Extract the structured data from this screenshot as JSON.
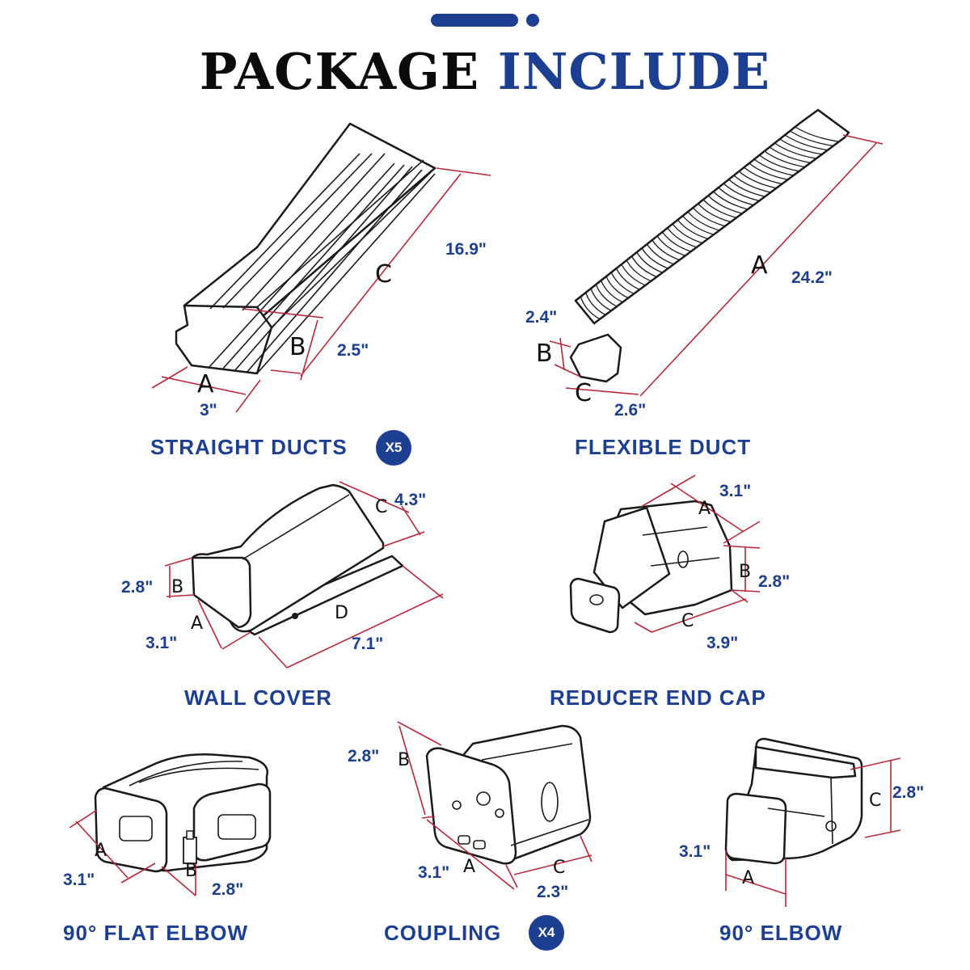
{
  "title": {
    "part1": "PACKAGE",
    "part2": "INCLUDE"
  },
  "items": {
    "straight_ducts": {
      "label": "STRAIGHT DUCTS",
      "badge": "X5",
      "letters": [
        "A",
        "B",
        "C"
      ],
      "dims": {
        "a": "3\"",
        "b": "2.5\"",
        "c": "16.9\""
      }
    },
    "flexible_duct": {
      "label": "FLEXIBLE DUCT",
      "letters": [
        "A",
        "B",
        "C"
      ],
      "dims": {
        "a": "24.2\"",
        "b": "2.4\"",
        "c": "2.6\""
      }
    },
    "wall_cover": {
      "label": "WALL COVER",
      "letters": [
        "A",
        "B",
        "C",
        "D"
      ],
      "dims": {
        "a": "3.1\"",
        "b": "2.8\"",
        "c": "4.3\"",
        "d": "7.1\""
      }
    },
    "reducer_end_cap": {
      "label": "REDUCER END CAP",
      "letters": [
        "A",
        "B",
        "C"
      ],
      "dims": {
        "a": "3.1\"",
        "b": "2.8\"",
        "c": "3.9\""
      }
    },
    "flat_elbow": {
      "label": "90° FLAT ELBOW",
      "letters": [
        "A",
        "B"
      ],
      "dims": {
        "a": "3.1\"",
        "b": "2.8\""
      }
    },
    "coupling": {
      "label": "COUPLING",
      "badge": "X4",
      "letters": [
        "A",
        "B",
        "C"
      ],
      "dims": {
        "a": "3.1\"",
        "b": "2.8\"",
        "c": "2.3\""
      }
    },
    "elbow": {
      "label": "90° ELBOW",
      "letters": [
        "A",
        "C"
      ],
      "dims": {
        "a": "3.1\"",
        "c": "2.8\""
      }
    }
  },
  "colors": {
    "accent": "#1d3f91",
    "dimension_line": "#b9283a",
    "outline": "#1a1a1a"
  }
}
